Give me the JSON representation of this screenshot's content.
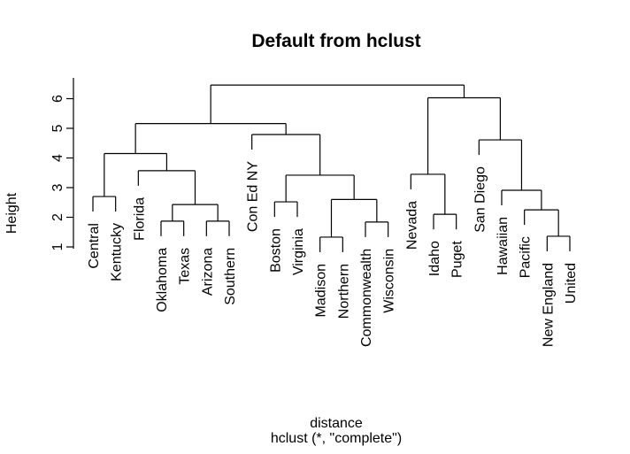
{
  "figure": {
    "background": "#ffffff",
    "foreground": "#000000"
  },
  "chart_data": {
    "type": "dendrogram",
    "title": "Default from hclust",
    "ylabel": "Height",
    "xlabel_lines": [
      "distance",
      "hclust (*, \"complete\")"
    ],
    "yticks": [
      1,
      2,
      3,
      4,
      5,
      6
    ],
    "ylim": [
      1,
      6.7
    ],
    "legend": null,
    "grid": false,
    "leaf_order": [
      "Central",
      "Kentucky",
      "Florida",
      "Oklahoma",
      "Texas",
      "Arizona",
      "Southern",
      "Con Ed NY",
      "Boston",
      "Virginia",
      "Madison",
      "Northern",
      "Commonwealth",
      "Wisconsin",
      "Nevada",
      "Idaho",
      "Puget",
      "San Diego",
      "Hawaiian",
      "Pacific",
      "New England",
      "United"
    ],
    "tree": {
      "h": 6.46,
      "c": [
        {
          "h": 5.16,
          "c": [
            {
              "h": 4.15,
              "c": [
                {
                  "h": 2.7,
                  "c": [
                    {
                      "leaf": "Central"
                    },
                    {
                      "leaf": "Kentucky"
                    }
                  ]
                },
                {
                  "h": 3.57,
                  "c": [
                    {
                      "leaf": "Florida"
                    },
                    {
                      "h": 2.43,
                      "c": [
                        {
                          "h": 1.87,
                          "c": [
                            {
                              "leaf": "Oklahoma"
                            },
                            {
                              "leaf": "Texas"
                            }
                          ]
                        },
                        {
                          "h": 1.87,
                          "c": [
                            {
                              "leaf": "Arizona"
                            },
                            {
                              "leaf": "Southern"
                            }
                          ]
                        }
                      ]
                    }
                  ]
                }
              ]
            },
            {
              "h": 4.79,
              "c": [
                {
                  "leaf": "Con Ed NY"
                },
                {
                  "h": 3.42,
                  "c": [
                    {
                      "h": 2.52,
                      "c": [
                        {
                          "leaf": "Boston"
                        },
                        {
                          "leaf": "Virginia"
                        }
                      ]
                    },
                    {
                      "h": 2.6,
                      "c": [
                        {
                          "h": 1.33,
                          "c": [
                            {
                              "leaf": "Madison"
                            },
                            {
                              "leaf": "Northern"
                            }
                          ]
                        },
                        {
                          "h": 1.84,
                          "c": [
                            {
                              "leaf": "Commonwealth"
                            },
                            {
                              "leaf": "Wisconsin"
                            }
                          ]
                        }
                      ]
                    }
                  ]
                }
              ]
            }
          ]
        },
        {
          "h": 6.03,
          "c": [
            {
              "h": 3.45,
              "c": [
                {
                  "leaf": "Nevada"
                },
                {
                  "h": 2.1,
                  "c": [
                    {
                      "leaf": "Idaho"
                    },
                    {
                      "leaf": "Puget"
                    }
                  ]
                }
              ]
            },
            {
              "h": 4.61,
              "c": [
                {
                  "leaf": "San Diego"
                },
                {
                  "h": 2.91,
                  "c": [
                    {
                      "leaf": "Hawaiian"
                    },
                    {
                      "h": 2.25,
                      "c": [
                        {
                          "leaf": "Pacific"
                        },
                        {
                          "h": 1.36,
                          "c": [
                            {
                              "leaf": "New England"
                            },
                            {
                              "leaf": "United"
                            }
                          ]
                        }
                      ]
                    }
                  ]
                }
              ]
            }
          ]
        }
      ]
    }
  }
}
